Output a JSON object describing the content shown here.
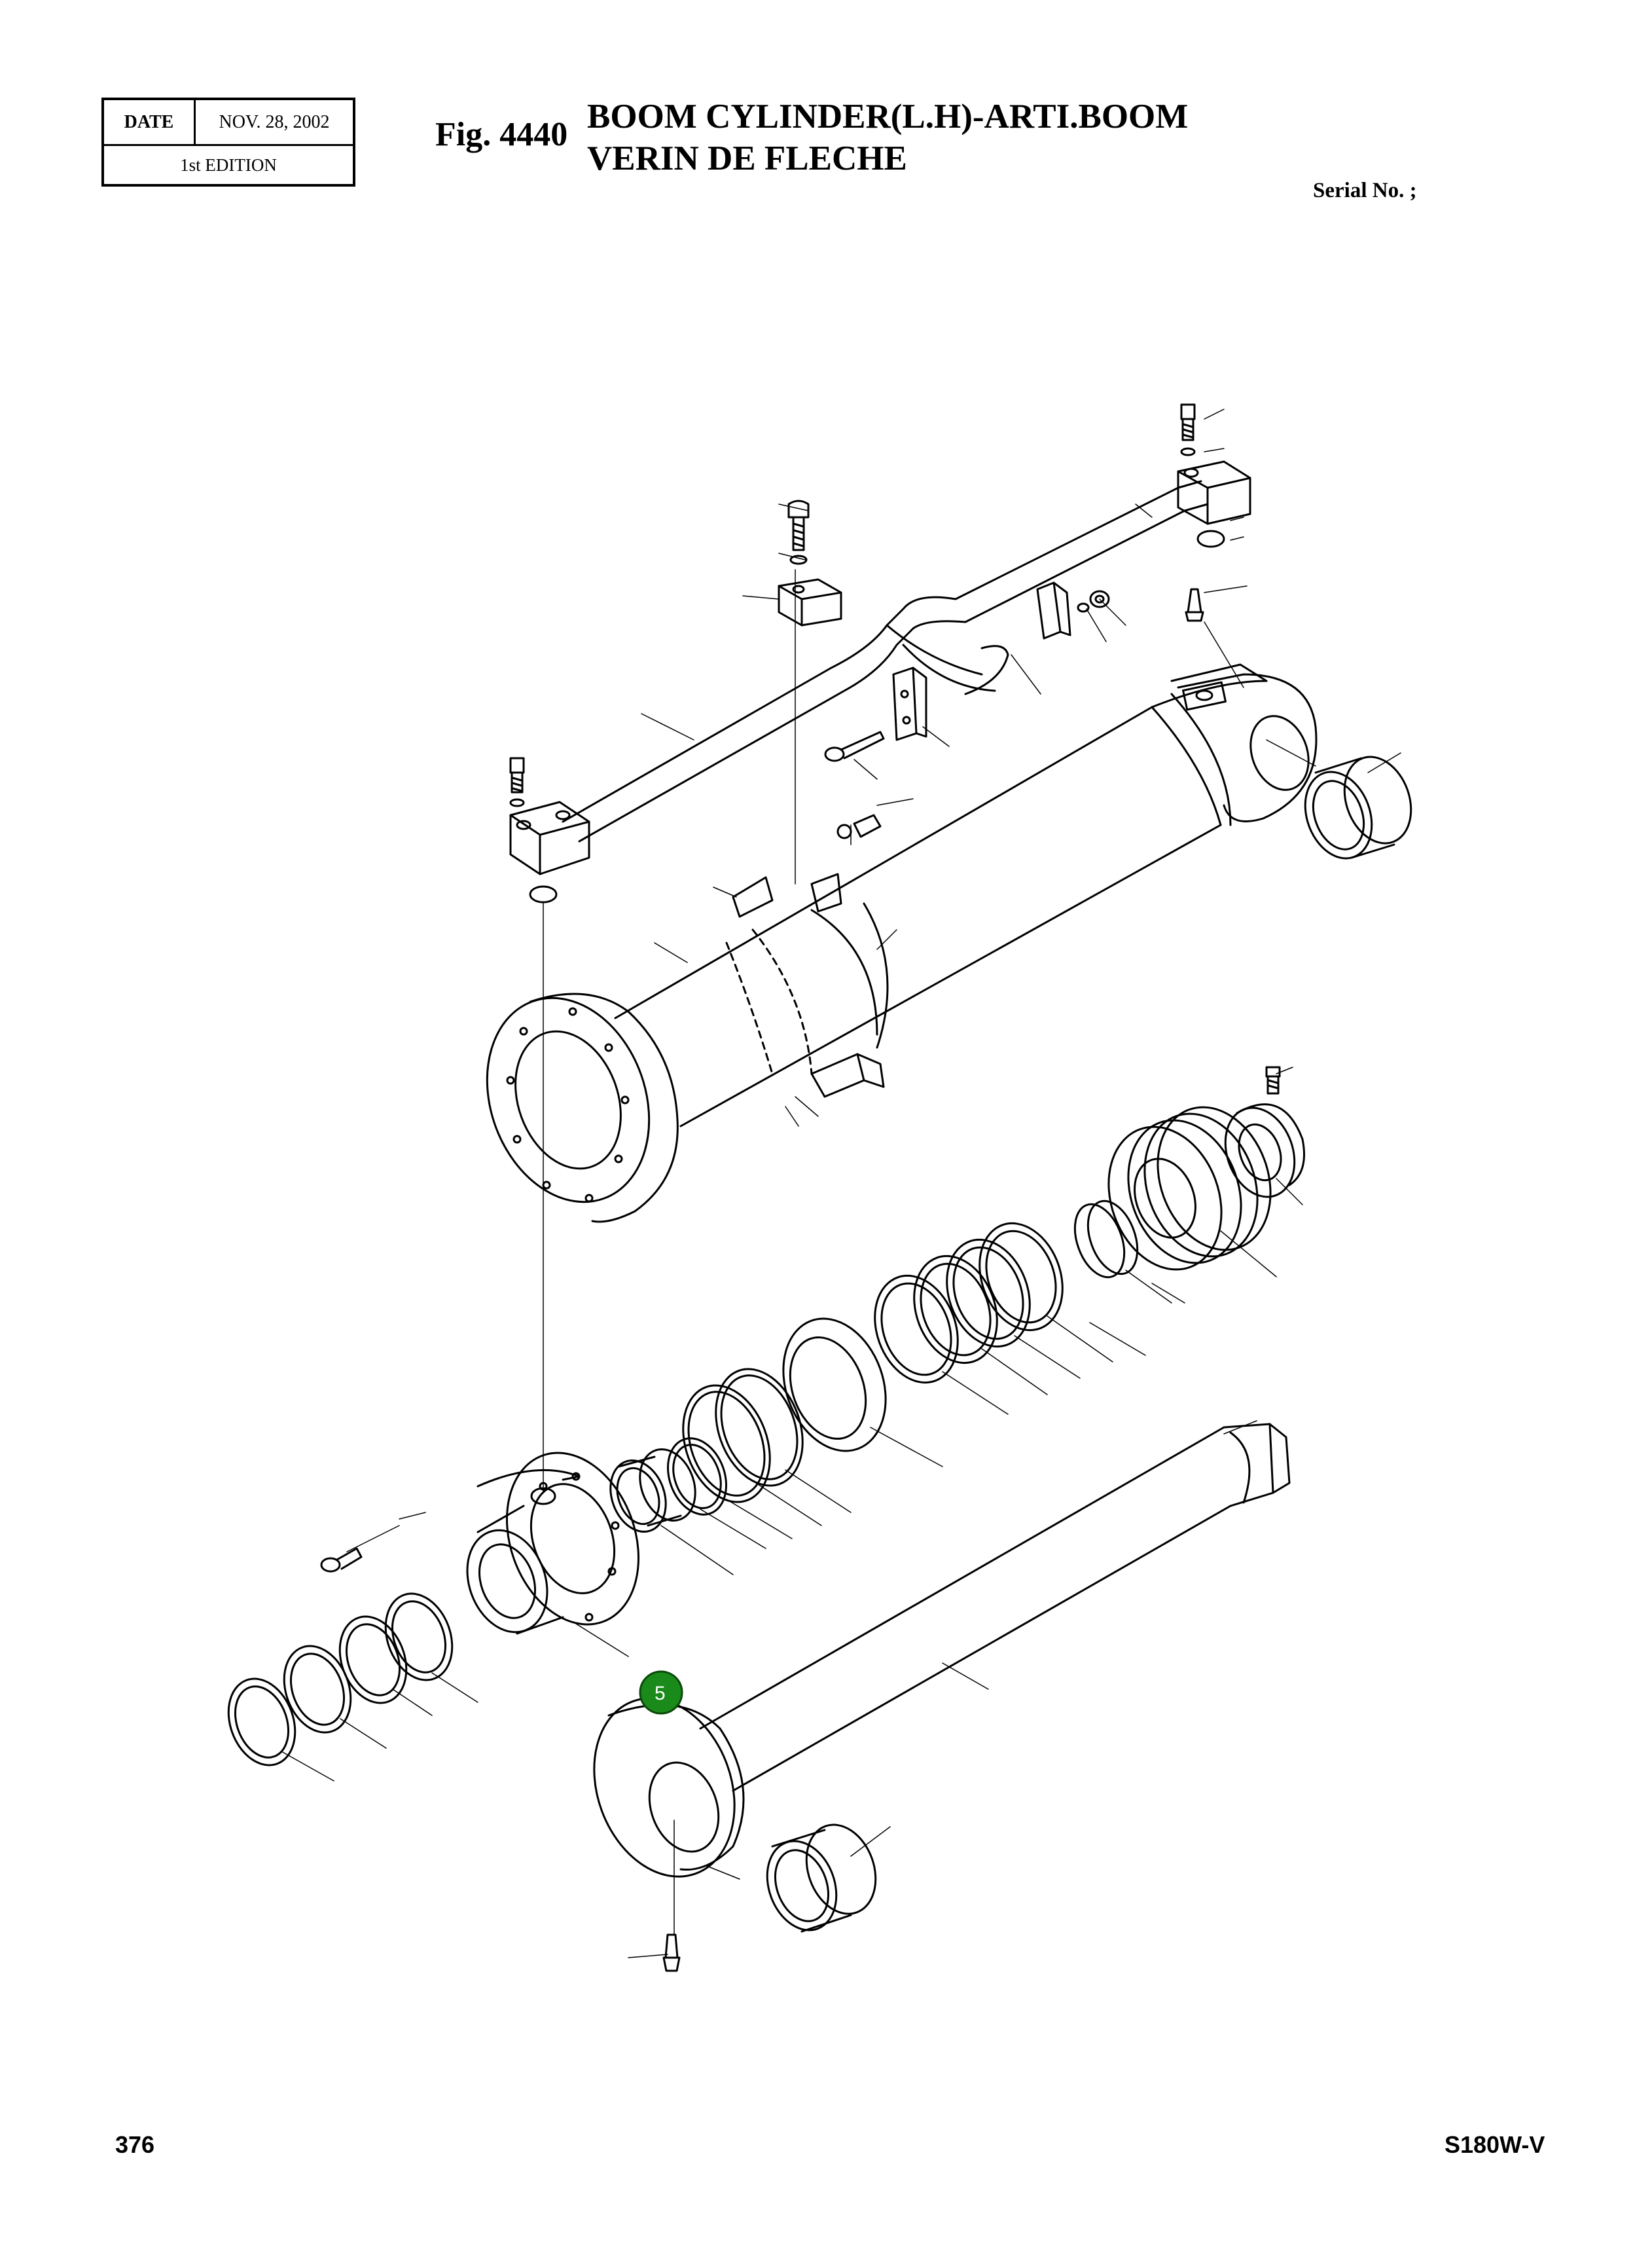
{
  "header": {
    "date_label": "DATE",
    "date_value": "NOV.  28, 2002",
    "edition": "1st EDITION",
    "fig_label": "Fig. 4440",
    "title_line1": "BOOM CYLINDER(L.H)-ARTI.BOOM",
    "title_line2": "VERIN DE FLECHE",
    "serial": "Serial No. ;"
  },
  "footer": {
    "page_number": "376",
    "model": "S180W-V"
  },
  "callout": {
    "label": "5",
    "color": "#1a8a1a"
  },
  "colors": {
    "line": "#000000",
    "background": "#ffffff"
  }
}
